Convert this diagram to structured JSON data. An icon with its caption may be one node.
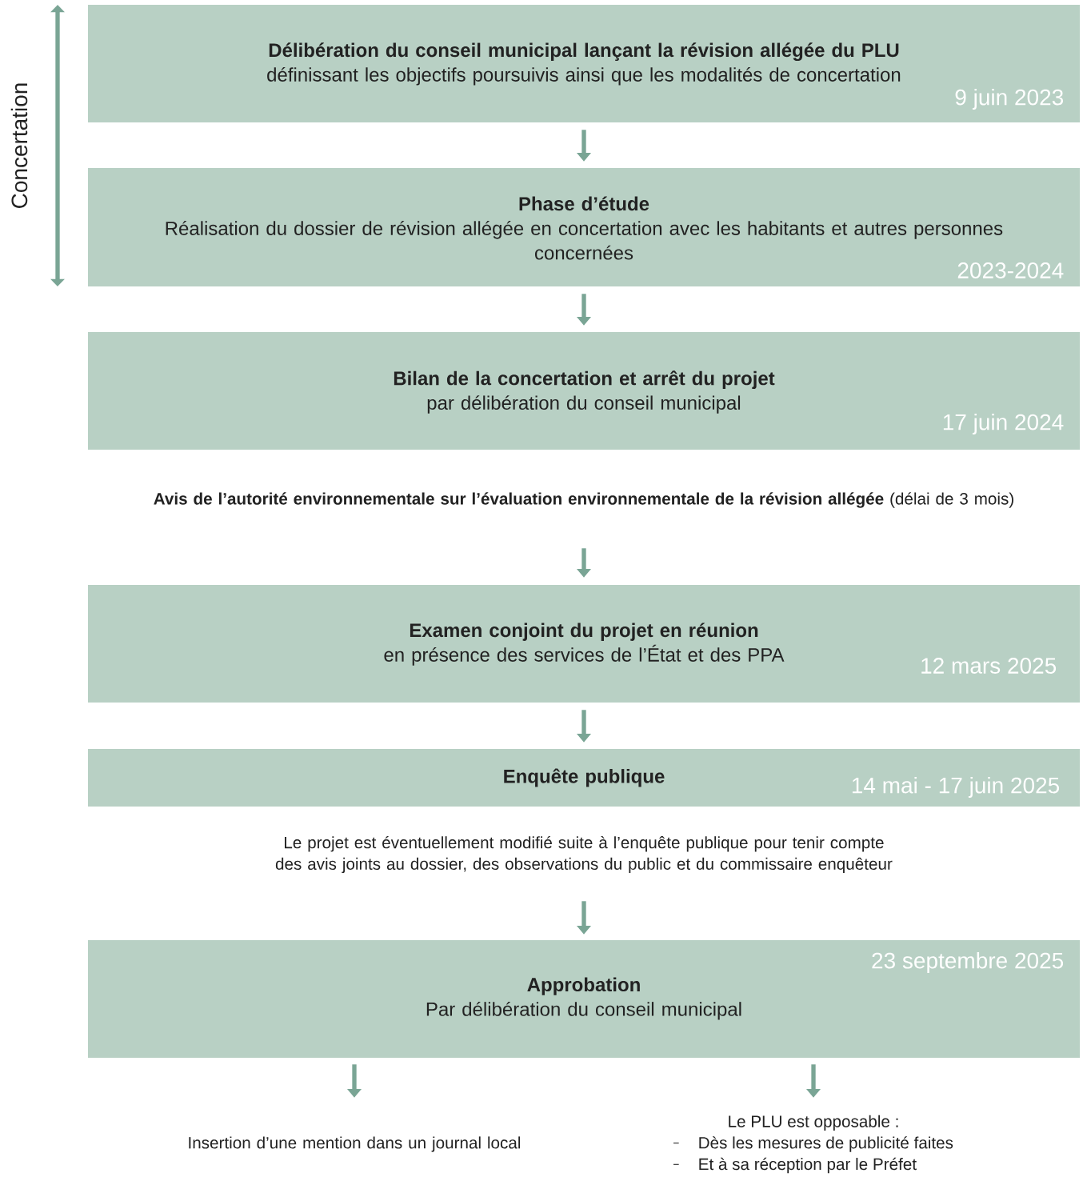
{
  "diagram": {
    "nodes": [
      {
        "text": [
          "**Délibération du conseil municipal lançant la révision allégée du PLU** définissant les objectifs poursuivis ainsi que les modalités de concertation",
          "9 juin 2023"
        ]
      },
      {
        "text": [
          "Phase d’étude",
          "Réalisation du dossier de révision allégée en concertation avec les habitants et autres personnes concernées",
          "2023-2024"
        ]
      },
      {
        "text": [
          "Bilan de la concertation et arrêt du projet",
          "par délibération du conseil municipal",
          "17 juin 2024"
        ]
      },
      {
        "text": [
          "**Avis de l’autorité environnementale sur l’évaluation environnementale de la révision allégée** (délai de 3 mois)"
        ]
      },
      {
        "text": [
          "Examen conjoint du projet en réunion",
          "en présence des services de l’État et des PPA",
          "12 mars 2025"
        ]
      },
      {
        "text": [
          "Enquête publique",
          "14 mai  - 17 juin 2025"
        ]
      },
      {
        "text": [
          "Le projet est éventuellement modifié suite à l’enquête publique pour tenir compte des avis joints au dossier, des observations du public et du commissaire enquêteur"
        ]
      },
      {
        "text": [
          "23 septembre 2025",
          "Approbation",
          "Par délibération du conseil municipal"
        ]
      },
      {
        "text": [
          "Insertion d’une mention dans un journal local"
        ]
      },
      {
        "text": [
          "Le PLU est opposable :",
          "Dès les mesures de publicité faites",
          "Et à sa réception par le Préfet"
        ]
      }
    ],
    "edges": [
      {
        "from": 0,
        "to": 1,
        "arrow": "to"
      },
      {
        "from": 1,
        "to": 2,
        "arrow": "to"
      },
      {
        "from": 3,
        "to": 4,
        "arrow": "to"
      },
      {
        "from": 4,
        "to": 5,
        "arrow": "to"
      },
      {
        "from": 6,
        "to": 7,
        "arrow": "to"
      },
      {
        "from": 7,
        "to": 8,
        "arrow": "to"
      },
      {
        "from": 7,
        "to": 9,
        "arrow": "to"
      }
    ],
    "labels": [
      "Concertation"
    ]
  }
}
